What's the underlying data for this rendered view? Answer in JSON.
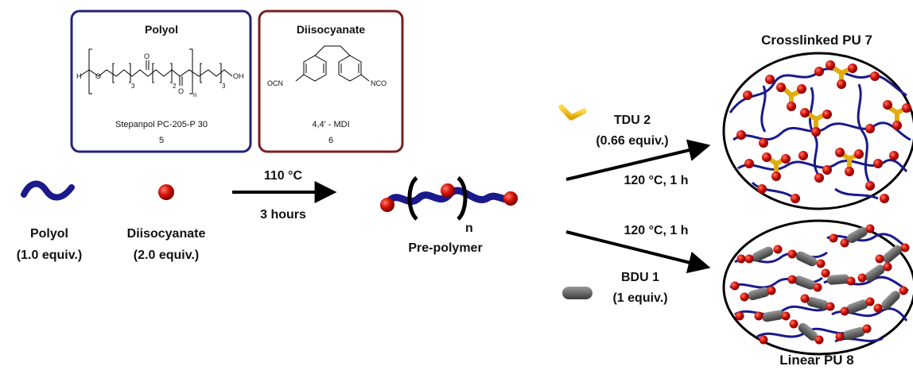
{
  "colors": {
    "polyol_chain": "#1a1a8c",
    "red_bead": "#c40000",
    "tdu_yellow": "#f2c11a",
    "bdu_gray": "#6e6e6e",
    "polyol_box": "#232379",
    "diisocyanate_box": "#7a1f1f"
  },
  "polyol_box": {
    "title": "Polyol",
    "structure_labels": {
      "h": "H",
      "o": "O",
      "sub3a": "3",
      "sub2": "2",
      "subn": "n",
      "sub3b": "3",
      "oh": "OH"
    },
    "name": "Stepanpol PC-205-P 30",
    "number": "5"
  },
  "diisocyanate_box": {
    "title": "Diisocyanate",
    "left_group": "OCN",
    "right_group": "NCO",
    "name": "4,4' - MDI",
    "number": "6"
  },
  "reagents": {
    "polyol": {
      "name": "Polyol",
      "equiv": "(1.0 equiv.)"
    },
    "diisocyanate": {
      "name": "Diisocyanate",
      "equiv": "(2.0 equiv.)"
    }
  },
  "step1": {
    "temperature": "110 °C",
    "time": "3 hours"
  },
  "prepolymer": {
    "label": "Pre-polymer",
    "repeat": "n"
  },
  "upper_branch": {
    "reagent": "TDU 2",
    "equiv": "(0.66 equiv.)",
    "conditions": "120 °C, 1 h",
    "product": "Crosslinked  PU 7"
  },
  "lower_branch": {
    "reagent": "BDU 1",
    "equiv": "(1 equiv.)",
    "conditions": "120 °C, 1 h",
    "product": "Linear  PU 8"
  }
}
